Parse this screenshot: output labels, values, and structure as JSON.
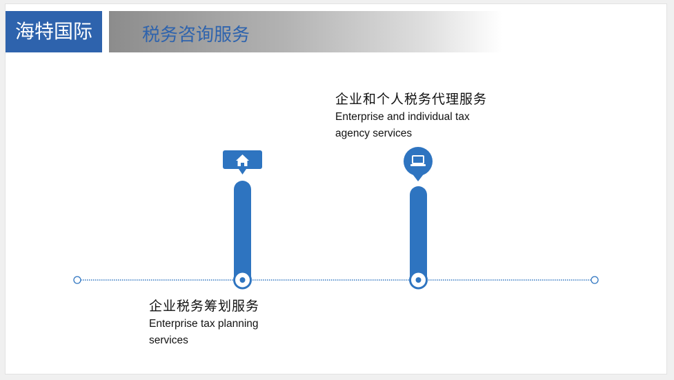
{
  "header": {
    "brand": "海特国际",
    "title": "税务咨询服务"
  },
  "milestones": [
    {
      "title_cn": "企业税务筹划服务",
      "title_en_line1": "Enterprise tax planning",
      "title_en_line2": "services",
      "icon": "home-icon"
    },
    {
      "title_cn": "企业和个人税务代理服务",
      "title_en_line1": "Enterprise and individual tax",
      "title_en_line2": "agency services",
      "icon": "laptop-icon"
    }
  ],
  "colors": {
    "accent": "#2e63ad",
    "pillar": "#2e74c0",
    "timeline": "#2e74c0",
    "text": "#111111"
  }
}
